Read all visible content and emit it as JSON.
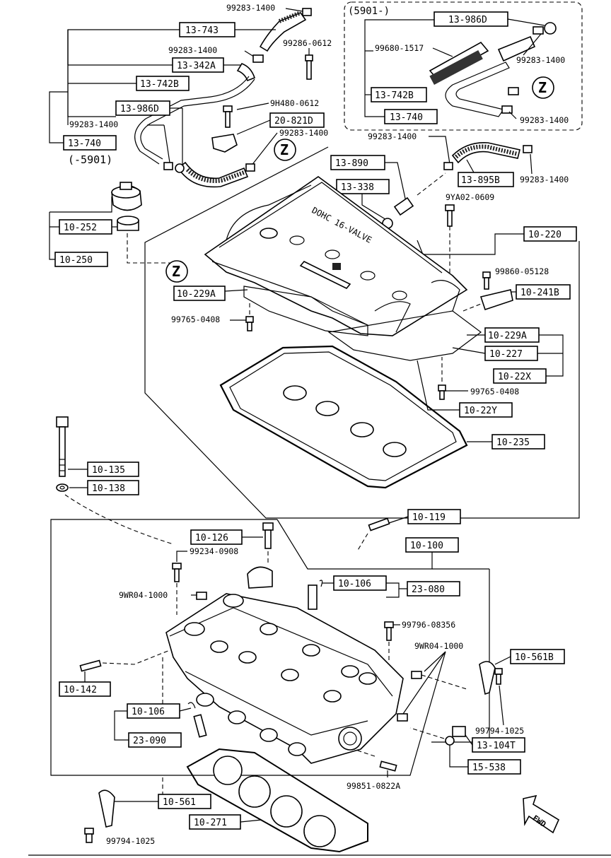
{
  "boxed_labels": {
    "p13_743": "13-743",
    "p13_342a": "13-342A",
    "p13_742b_left": "13-742B",
    "p13_986d_left": "13-986D",
    "p13_740_left": "13-740",
    "p13_986d_inset": "13-986D",
    "p13_742b_inset": "13-742B",
    "p13_740_inset": "13-740",
    "p20_821d": "20-821D",
    "p13_890": "13-890",
    "p13_338": "13-338",
    "p13_895b": "13-895B",
    "p10_252": "10-252",
    "p10_250": "10-250",
    "p10_220": "10-220",
    "p10_229a_left": "10-229A",
    "p10_241b": "10-241B",
    "p10_229a_right": "10-229A",
    "p10_227": "10-227",
    "p10_22x": "10-22X",
    "p10_22y": "10-22Y",
    "p10_235": "10-235",
    "p10_135": "10-135",
    "p10_138": "10-138",
    "p10_119": "10-119",
    "p10_126": "10-126",
    "p10_100": "10-100",
    "p10_106_top": "10-106",
    "p23_080": "23-080",
    "p10_561b": "10-561B",
    "p10_142": "10-142",
    "p10_106_bottom": "10-106",
    "p23_090": "23-090",
    "p13_104t": "13-104T",
    "p15_538": "15-538",
    "p10_561": "10-561",
    "p10_271": "10-271"
  },
  "plain_labels": {
    "clamp_top": "99283-1400",
    "clamp_2": "99283-1400",
    "bolt_99286": "99286-0612",
    "clamp_3": "99283-1400",
    "bolt_9h480": "9H480-0612",
    "clamp_4": "99283-1400",
    "inset_range": "(5901-)",
    "inset_hose": "99680-1517",
    "inset_clamp_1": "99283-1400",
    "inset_clamp_2": "99283-1400",
    "clamp_5": "99283-1400",
    "clamp_6": "99283-1400",
    "bolt_9ya02": "9YA02-0609",
    "range_5901": "(-5901)",
    "bolt_99860": "99860-05128",
    "bolt_99765_a": "99765-0408",
    "bolt_99765_b": "99765-0408",
    "bolt_99234": "99234-0908",
    "pin_9wr04_a": "9WR04-1000",
    "bolt_99796": "99796-08356",
    "pin_9wr04_b": "9WR04-1000",
    "bolt_99794_a": "99794-1025",
    "bolt_99851": "99851-0822A",
    "bolt_99794_b": "99794-1025",
    "z_mark": "Z",
    "fwd": "FWD",
    "dohc": "DOHC 16-VALVE"
  }
}
